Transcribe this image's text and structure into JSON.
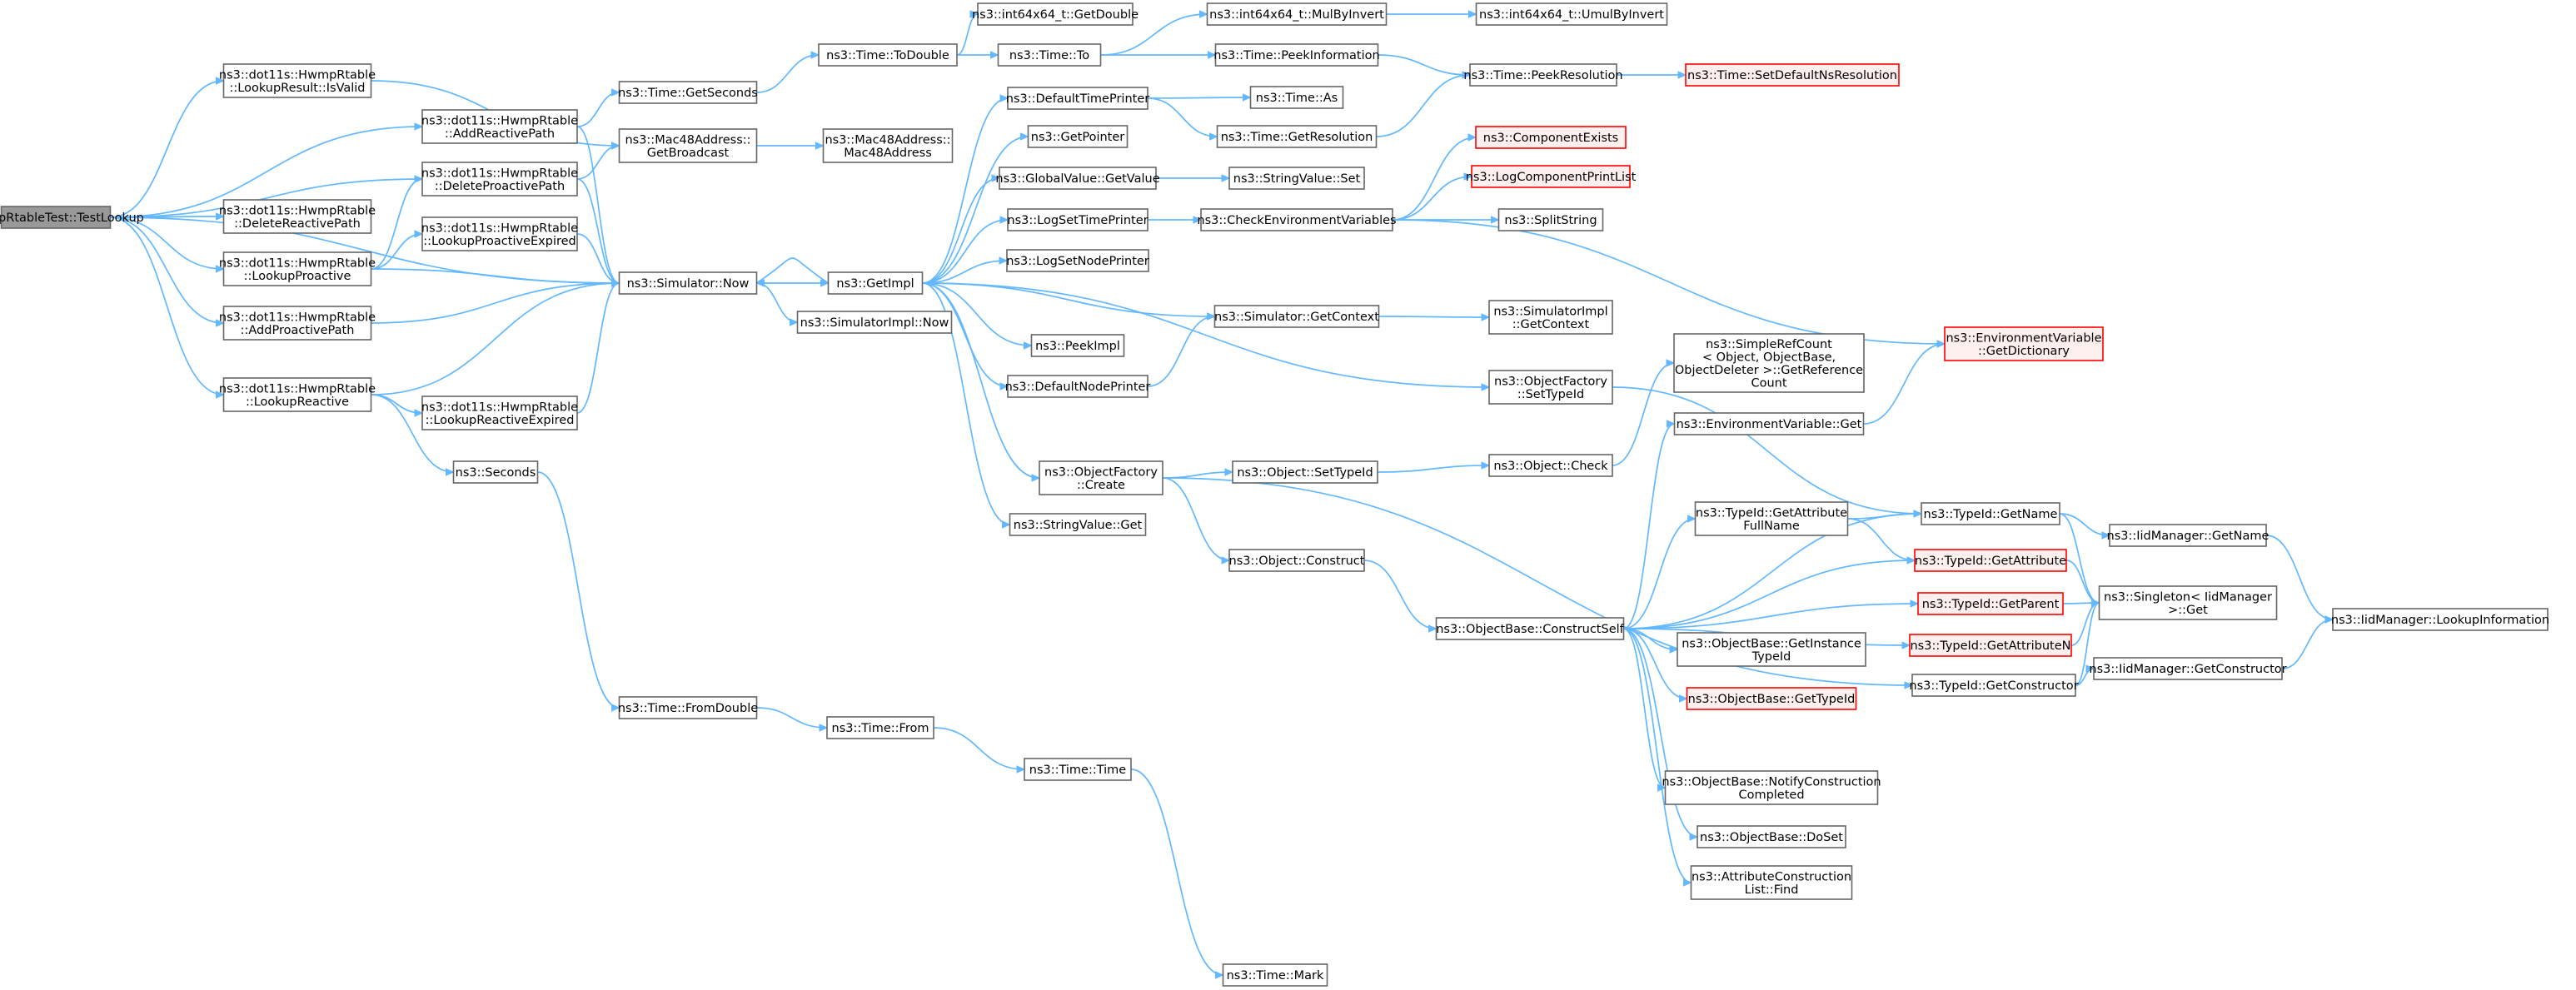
{
  "colors": {
    "edge": "#63b8ff",
    "node_border": "#666666",
    "root_fill": "#999999",
    "highlight_border": "#ff0000",
    "highlight_fill": "#fff0f0"
  },
  "nodes": [
    {
      "id": "root",
      "lines": [
        "HwmpRtableTest::TestLookup"
      ],
      "style": "root"
    },
    {
      "id": "isvalid",
      "lines": [
        "ns3::dot11s::HwmpRtable",
        "::LookupResult::IsValid"
      ]
    },
    {
      "id": "addreactive",
      "lines": [
        "ns3::dot11s::HwmpRtable",
        "::AddReactivePath"
      ]
    },
    {
      "id": "delproactive",
      "lines": [
        "ns3::dot11s::HwmpRtable",
        "::DeleteProactivePath"
      ]
    },
    {
      "id": "delreactive",
      "lines": [
        "ns3::dot11s::HwmpRtable",
        "::DeleteReactivePath"
      ]
    },
    {
      "id": "lookproexp",
      "lines": [
        "ns3::dot11s::HwmpRtable",
        "::LookupProactiveExpired"
      ]
    },
    {
      "id": "lookproactive",
      "lines": [
        "ns3::dot11s::HwmpRtable",
        "::LookupProactive"
      ]
    },
    {
      "id": "addproactive",
      "lines": [
        "ns3::dot11s::HwmpRtable",
        "::AddProactivePath"
      ]
    },
    {
      "id": "lookreactive",
      "lines": [
        "ns3::dot11s::HwmpRtable",
        "::LookupReactive"
      ]
    },
    {
      "id": "lookreaexp",
      "lines": [
        "ns3::dot11s::HwmpRtable",
        "::LookupReactiveExpired"
      ]
    },
    {
      "id": "seconds",
      "lines": [
        "ns3::Seconds"
      ]
    },
    {
      "id": "getseconds",
      "lines": [
        "ns3::Time::GetSeconds"
      ]
    },
    {
      "id": "getbroadcast",
      "lines": [
        "ns3::Mac48Address::",
        "GetBroadcast"
      ]
    },
    {
      "id": "simnow",
      "lines": [
        "ns3::Simulator::Now"
      ]
    },
    {
      "id": "simimplnow",
      "lines": [
        "ns3::SimulatorImpl::Now"
      ]
    },
    {
      "id": "fromdouble",
      "lines": [
        "ns3::Time::FromDouble"
      ]
    },
    {
      "id": "todouble",
      "lines": [
        "ns3::Time::ToDouble"
      ]
    },
    {
      "id": "mac48ctor",
      "lines": [
        "ns3::Mac48Address::",
        "Mac48Address"
      ]
    },
    {
      "id": "getimpl",
      "lines": [
        "ns3::GetImpl"
      ]
    },
    {
      "id": "timefrom",
      "lines": [
        "ns3::Time::From"
      ]
    },
    {
      "id": "getdouble",
      "lines": [
        "ns3::int64x64_t::GetDouble"
      ]
    },
    {
      "id": "timeto",
      "lines": [
        "ns3::Time::To"
      ]
    },
    {
      "id": "deftimeprinter",
      "lines": [
        "ns3::DefaultTimePrinter"
      ]
    },
    {
      "id": "getpointer",
      "lines": [
        "ns3::GetPointer"
      ]
    },
    {
      "id": "gvgetvalue",
      "lines": [
        "ns3::GlobalValue::GetValue"
      ]
    },
    {
      "id": "logsettimeprinter",
      "lines": [
        "ns3::LogSetTimePrinter"
      ]
    },
    {
      "id": "logsetnodeprinter",
      "lines": [
        "ns3::LogSetNodePrinter"
      ]
    },
    {
      "id": "peekimpl",
      "lines": [
        "ns3::PeekImpl"
      ]
    },
    {
      "id": "defnodeprinter",
      "lines": [
        "ns3::DefaultNodePrinter"
      ]
    },
    {
      "id": "ofcreate",
      "lines": [
        "ns3::ObjectFactory",
        "::Create"
      ]
    },
    {
      "id": "svget",
      "lines": [
        "ns3::StringValue::Get"
      ]
    },
    {
      "id": "timetime",
      "lines": [
        "ns3::Time::Time"
      ]
    },
    {
      "id": "timemark",
      "lines": [
        "ns3::Time::Mark"
      ]
    },
    {
      "id": "mulbyinvert",
      "lines": [
        "ns3::int64x64_t::MulByInvert"
      ]
    },
    {
      "id": "peekinfo",
      "lines": [
        "ns3::Time::PeekInformation"
      ]
    },
    {
      "id": "timeas",
      "lines": [
        "ns3::Time::As"
      ]
    },
    {
      "id": "getresolution",
      "lines": [
        "ns3::Time::GetResolution"
      ]
    },
    {
      "id": "svset",
      "lines": [
        "ns3::StringValue::Set"
      ]
    },
    {
      "id": "checkenv",
      "lines": [
        "ns3::CheckEnvironmentVariables"
      ]
    },
    {
      "id": "simgetcontext",
      "lines": [
        "ns3::Simulator::GetContext"
      ]
    },
    {
      "id": "ofsettypeid",
      "lines": [
        "ns3::ObjectFactory",
        "::SetTypeId"
      ]
    },
    {
      "id": "objsettypeid",
      "lines": [
        "ns3::Object::SetTypeId"
      ]
    },
    {
      "id": "objconstruct",
      "lines": [
        "ns3::Object::Construct"
      ]
    },
    {
      "id": "umulbyinvert",
      "lines": [
        "ns3::int64x64_t::UmulByInvert"
      ]
    },
    {
      "id": "peekresolution",
      "lines": [
        "ns3::Time::PeekResolution"
      ]
    },
    {
      "id": "compexists",
      "lines": [
        "ns3::ComponentExists"
      ],
      "style": "red"
    },
    {
      "id": "logcompprint",
      "lines": [
        "ns3::LogComponentPrintList"
      ],
      "style": "red"
    },
    {
      "id": "splitstring",
      "lines": [
        "ns3::SplitString"
      ]
    },
    {
      "id": "simimplctx",
      "lines": [
        "ns3::SimulatorImpl",
        "::GetContext"
      ]
    },
    {
      "id": "objcheck",
      "lines": [
        "ns3::Object::Check"
      ]
    },
    {
      "id": "obconstructself",
      "lines": [
        "ns3::ObjectBase::ConstructSelf"
      ]
    },
    {
      "id": "setdefaultns",
      "lines": [
        "ns3::Time::SetDefaultNsResolution"
      ],
      "style": "red"
    },
    {
      "id": "envgetdict",
      "lines": [
        "ns3::EnvironmentVariable",
        "::GetDictionary"
      ],
      "style": "red"
    },
    {
      "id": "simplerefcount",
      "lines": [
        "ns3::SimpleRefCount",
        "< Object, ObjectBase,",
        "ObjectDeleter >::GetReference",
        "Count"
      ]
    },
    {
      "id": "envget",
      "lines": [
        "ns3::EnvironmentVariable::Get"
      ]
    },
    {
      "id": "getattrfullname",
      "lines": [
        "ns3::TypeId::GetAttribute",
        "FullName"
      ]
    },
    {
      "id": "obgetinsttypeid",
      "lines": [
        "ns3::ObjectBase::GetInstance",
        "TypeId"
      ]
    },
    {
      "id": "obgettypeid",
      "lines": [
        "ns3::ObjectBase::GetTypeId"
      ],
      "style": "red"
    },
    {
      "id": "obnotify",
      "lines": [
        "ns3::ObjectBase::NotifyConstruction",
        "Completed"
      ]
    },
    {
      "id": "obdoset",
      "lines": [
        "ns3::ObjectBase::DoSet"
      ]
    },
    {
      "id": "attrconstrfind",
      "lines": [
        "ns3::AttributeConstruction",
        "List::Find"
      ]
    },
    {
      "id": "tidgetname",
      "lines": [
        "ns3::TypeId::GetName"
      ]
    },
    {
      "id": "tidgetattr",
      "lines": [
        "ns3::TypeId::GetAttribute"
      ],
      "style": "red"
    },
    {
      "id": "tidgetparent",
      "lines": [
        "ns3::TypeId::GetParent"
      ],
      "style": "red"
    },
    {
      "id": "tidgetattrn",
      "lines": [
        "ns3::TypeId::GetAttributeN"
      ],
      "style": "red"
    },
    {
      "id": "tidgetctor",
      "lines": [
        "ns3::TypeId::GetConstructor"
      ]
    },
    {
      "id": "iidgetname",
      "lines": [
        "ns3::IidManager::GetName"
      ]
    },
    {
      "id": "singletonget",
      "lines": [
        "ns3::Singleton< IidManager",
        ">::Get"
      ]
    },
    {
      "id": "iidgetctor",
      "lines": [
        "ns3::IidManager::GetConstructor"
      ]
    },
    {
      "id": "iidlookup",
      "lines": [
        "ns3::IidManager::LookupInformation"
      ]
    }
  ],
  "edges": [
    [
      "root",
      "isvalid"
    ],
    [
      "root",
      "addreactive"
    ],
    [
      "root",
      "delproactive"
    ],
    [
      "root",
      "delreactive"
    ],
    [
      "root",
      "lookproactive"
    ],
    [
      "root",
      "addproactive"
    ],
    [
      "root",
      "lookreactive"
    ],
    [
      "root",
      "simnow"
    ],
    [
      "isvalid",
      "getbroadcast"
    ],
    [
      "addreactive",
      "getseconds"
    ],
    [
      "addreactive",
      "simnow"
    ],
    [
      "delproactive",
      "getbroadcast"
    ],
    [
      "delproactive",
      "simnow"
    ],
    [
      "lookproactive",
      "delproactive"
    ],
    [
      "lookproactive",
      "lookproexp"
    ],
    [
      "lookproactive",
      "simnow"
    ],
    [
      "addproactive",
      "simnow"
    ],
    [
      "lookreactive",
      "simnow"
    ],
    [
      "lookreactive",
      "lookreaexp"
    ],
    [
      "lookreactive",
      "seconds"
    ],
    [
      "lookproexp",
      "simnow"
    ],
    [
      "lookreaexp",
      "simnow"
    ],
    [
      "seconds",
      "fromdouble"
    ],
    [
      "getseconds",
      "todouble"
    ],
    [
      "getbroadcast",
      "mac48ctor"
    ],
    [
      "simnow",
      "getimpl"
    ],
    [
      "simnow",
      "simimplnow"
    ],
    [
      "fromdouble",
      "timefrom"
    ],
    [
      "todouble",
      "getdouble"
    ],
    [
      "todouble",
      "timeto"
    ],
    [
      "getimpl",
      "simnow"
    ],
    [
      "getimpl",
      "deftimeprinter"
    ],
    [
      "getimpl",
      "getpointer"
    ],
    [
      "getimpl",
      "gvgetvalue"
    ],
    [
      "getimpl",
      "logsettimeprinter"
    ],
    [
      "getimpl",
      "logsetnodeprinter"
    ],
    [
      "getimpl",
      "simgetcontext"
    ],
    [
      "getimpl",
      "peekimpl"
    ],
    [
      "getimpl",
      "defnodeprinter"
    ],
    [
      "getimpl",
      "ofsettypeid"
    ],
    [
      "getimpl",
      "ofcreate"
    ],
    [
      "getimpl",
      "svget"
    ],
    [
      "timefrom",
      "timetime"
    ],
    [
      "timetime",
      "timemark"
    ],
    [
      "timeto",
      "mulbyinvert"
    ],
    [
      "timeto",
      "peekinfo"
    ],
    [
      "deftimeprinter",
      "timeas"
    ],
    [
      "deftimeprinter",
      "getresolution"
    ],
    [
      "gvgetvalue",
      "svset"
    ],
    [
      "logsettimeprinter",
      "checkenv"
    ],
    [
      "defnodeprinter",
      "simgetcontext"
    ],
    [
      "ofcreate",
      "objsettypeid"
    ],
    [
      "ofcreate",
      "objconstruct"
    ],
    [
      "ofcreate",
      "tidgetctor"
    ],
    [
      "mulbyinvert",
      "umulbyinvert"
    ],
    [
      "peekinfo",
      "peekresolution"
    ],
    [
      "getresolution",
      "peekresolution"
    ],
    [
      "checkenv",
      "compexists"
    ],
    [
      "checkenv",
      "logcompprint"
    ],
    [
      "checkenv",
      "splitstring"
    ],
    [
      "checkenv",
      "envgetdict"
    ],
    [
      "simgetcontext",
      "simimplctx"
    ],
    [
      "ofsettypeid",
      "tidgetname"
    ],
    [
      "objsettypeid",
      "objcheck"
    ],
    [
      "objconstruct",
      "obconstructself"
    ],
    [
      "objcheck",
      "simplerefcount"
    ],
    [
      "peekresolution",
      "setdefaultns"
    ],
    [
      "obconstructself",
      "envget"
    ],
    [
      "obconstructself",
      "getattrfullname"
    ],
    [
      "obconstructself",
      "tidgetname"
    ],
    [
      "obconstructself",
      "tidgetattr"
    ],
    [
      "obconstructself",
      "tidgetparent"
    ],
    [
      "obconstructself",
      "obgetinsttypeid"
    ],
    [
      "obconstructself",
      "obgettypeid"
    ],
    [
      "obconstructself",
      "tidgetattrn"
    ],
    [
      "obconstructself",
      "obnotify"
    ],
    [
      "obconstructself",
      "obdoset"
    ],
    [
      "obconstructself",
      "attrconstrfind"
    ],
    [
      "envget",
      "envgetdict"
    ],
    [
      "getattrfullname",
      "tidgetname"
    ],
    [
      "getattrfullname",
      "tidgetattr"
    ],
    [
      "tidgetname",
      "iidgetname"
    ],
    [
      "tidgetname",
      "singletonget"
    ],
    [
      "tidgetattr",
      "singletonget"
    ],
    [
      "tidgetparent",
      "singletonget"
    ],
    [
      "tidgetattrn",
      "singletonget"
    ],
    [
      "tidgetctor",
      "singletonget"
    ],
    [
      "tidgetctor",
      "iidgetctor"
    ],
    [
      "iidgetname",
      "iidlookup"
    ],
    [
      "iidgetctor",
      "iidlookup"
    ]
  ]
}
